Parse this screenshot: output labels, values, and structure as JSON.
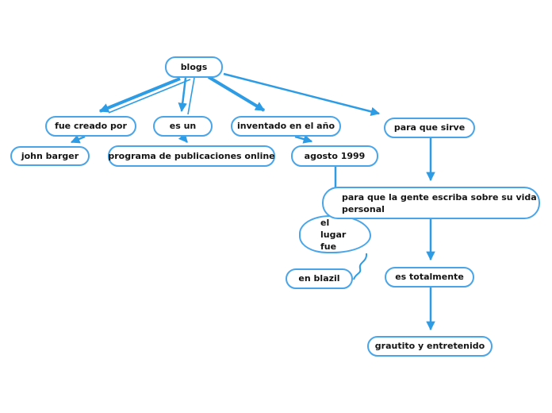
{
  "diagram": {
    "type": "concept-map",
    "background_color": "#ffffff",
    "node_border_color": "#4aa5e8",
    "node_fill_color": "#ffffff",
    "arrow_color": "#2d9ce5",
    "text_color": "#141414",
    "nodes": {
      "blogs": {
        "label": "blogs"
      },
      "fue_creado_por": {
        "label": "fue creado por"
      },
      "es_un": {
        "label": "es un"
      },
      "inventado_en_el_ano": {
        "label": "inventado en el año"
      },
      "para_que_sirve": {
        "label": "para que sirve"
      },
      "john_barger": {
        "label": "john barger"
      },
      "programa_publicaciones": {
        "label": "programa de publicaciones online"
      },
      "agosto_1999": {
        "label": "agosto 1999"
      },
      "vida_personal": {
        "label": "para que la gente escriba sobre su vida\npersonal"
      },
      "el_lugar_fue": {
        "label": "el\nlugar\nfue"
      },
      "en_blazil": {
        "label": "en blazil"
      },
      "es_totalmente": {
        "label": "es totalmente"
      },
      "grautito_entretenido": {
        "label": "grautito y entretenido"
      }
    },
    "edges": [
      {
        "from": "blogs",
        "to": "fue_creado_por"
      },
      {
        "from": "blogs",
        "to": "es_un"
      },
      {
        "from": "blogs",
        "to": "inventado_en_el_ano"
      },
      {
        "from": "blogs",
        "to": "para_que_sirve"
      },
      {
        "from": "fue_creado_por",
        "to": "john_barger"
      },
      {
        "from": "es_un",
        "to": "programa_publicaciones"
      },
      {
        "from": "inventado_en_el_ano",
        "to": "agosto_1999"
      },
      {
        "from": "para_que_sirve",
        "to": "vida_personal"
      },
      {
        "from": "agosto_1999",
        "to": "vida_personal"
      },
      {
        "from": "vida_personal",
        "to": "es_totalmente"
      },
      {
        "from": "es_totalmente",
        "to": "grautito_entretenido"
      },
      {
        "from": "el_lugar_fue",
        "to": "en_blazil"
      }
    ]
  }
}
